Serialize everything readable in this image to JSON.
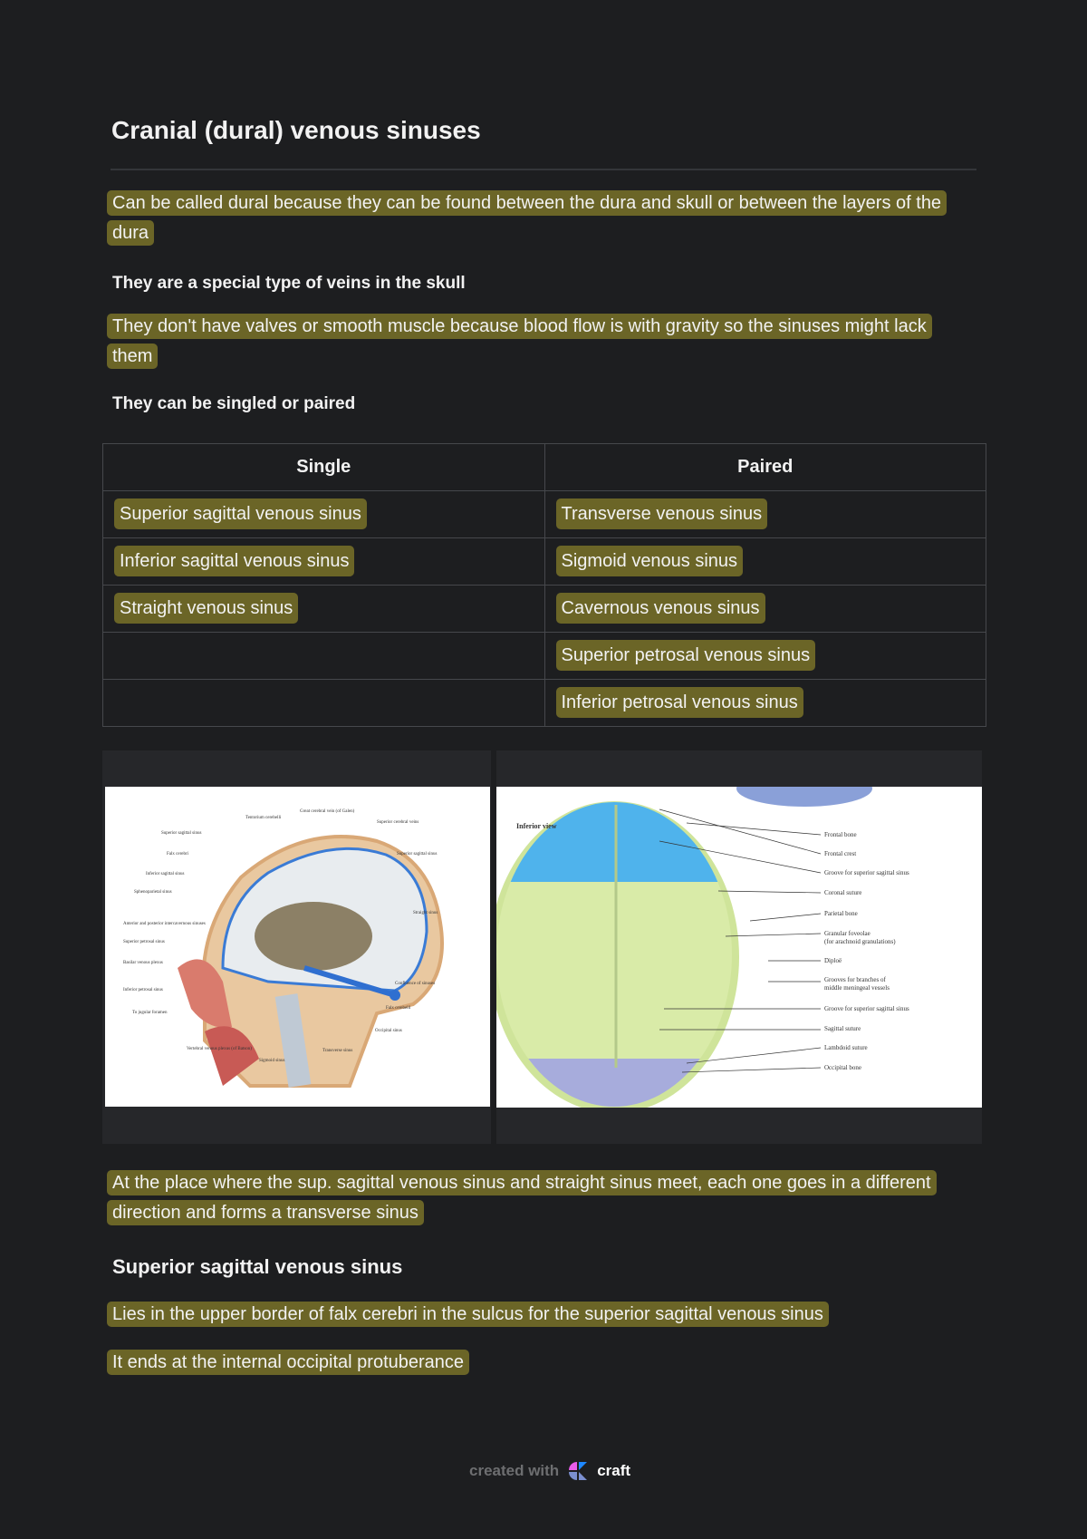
{
  "page": {
    "title": "Cranial (dural) venous sinuses",
    "para1": "Can be called dural because they can be found between the dura and skull or between the layers of the dura",
    "bold1": "They are a special type of veins in the skull",
    "para2": "They don't have valves or smooth muscle because blood flow is with gravity so the sinuses might lack them",
    "bold2": "They can be singled or paired",
    "para3": "At the place where the sup. sagittal venous sinus and straight sinus meet, each one goes in a different direction and forms a transverse sinus",
    "heading2": "Superior sagittal venous sinus",
    "para4": "Lies in the upper border of falx cerebri in the sulcus for the superior sagittal venous sinus",
    "para5": "It ends at the internal occipital protuberance"
  },
  "table": {
    "headers": [
      "Single",
      "Paired"
    ],
    "rows": [
      [
        "Superior sagittal venous sinus",
        "Transverse venous sinus"
      ],
      [
        "Inferior sagittal venous sinus",
        "Sigmoid venous sinus"
      ],
      [
        "Straight venous sinus",
        "Cavernous venous sinus"
      ],
      [
        "",
        "Superior petrosal venous sinus"
      ],
      [
        "",
        "Inferior petrosal venous sinus"
      ]
    ]
  },
  "images": {
    "left_labels": [
      "Tentorium cerebelli",
      "Great cerebral vein (of Galen)",
      "Superior cerebral veins",
      "Superior sagittal sinus",
      "Falx cerebri",
      "Superior sagittal sinus",
      "Inferior sagittal sinus",
      "Sphenoparietal sinus",
      "Straight sinus",
      "Anterior and posterior intercavernous sinuses",
      "Superior petrosal sinus",
      "Basilar venous plexus",
      "Inferior petrosal sinus",
      "Confluence of sinuses",
      "To jugular foramen",
      "Falx cerebelli",
      "Occipital sinus",
      "Vertebral venous plexus (of Batson)",
      "Transverse sinus",
      "Sigmoid sinus"
    ],
    "right_title": "Inferior view",
    "right_labels": [
      "Frontal bone",
      "Frontal crest",
      "Groove for superior sagittal sinus",
      "Coronal suture",
      "Parietal bone",
      "Granular foveolae",
      "(for arachnoid granulations)",
      "Diploë",
      "Grooves for branches of",
      "middle meningeal vessels",
      "Groove for superior sagittal sinus",
      "Sagittal suture",
      "Lambdoid suture",
      "Occipital bone"
    ]
  },
  "footer": {
    "prefix": "created with",
    "brand": "craft"
  },
  "colors": {
    "background": "#1d1e20",
    "highlight": "#6b6527",
    "border": "#46484c"
  }
}
